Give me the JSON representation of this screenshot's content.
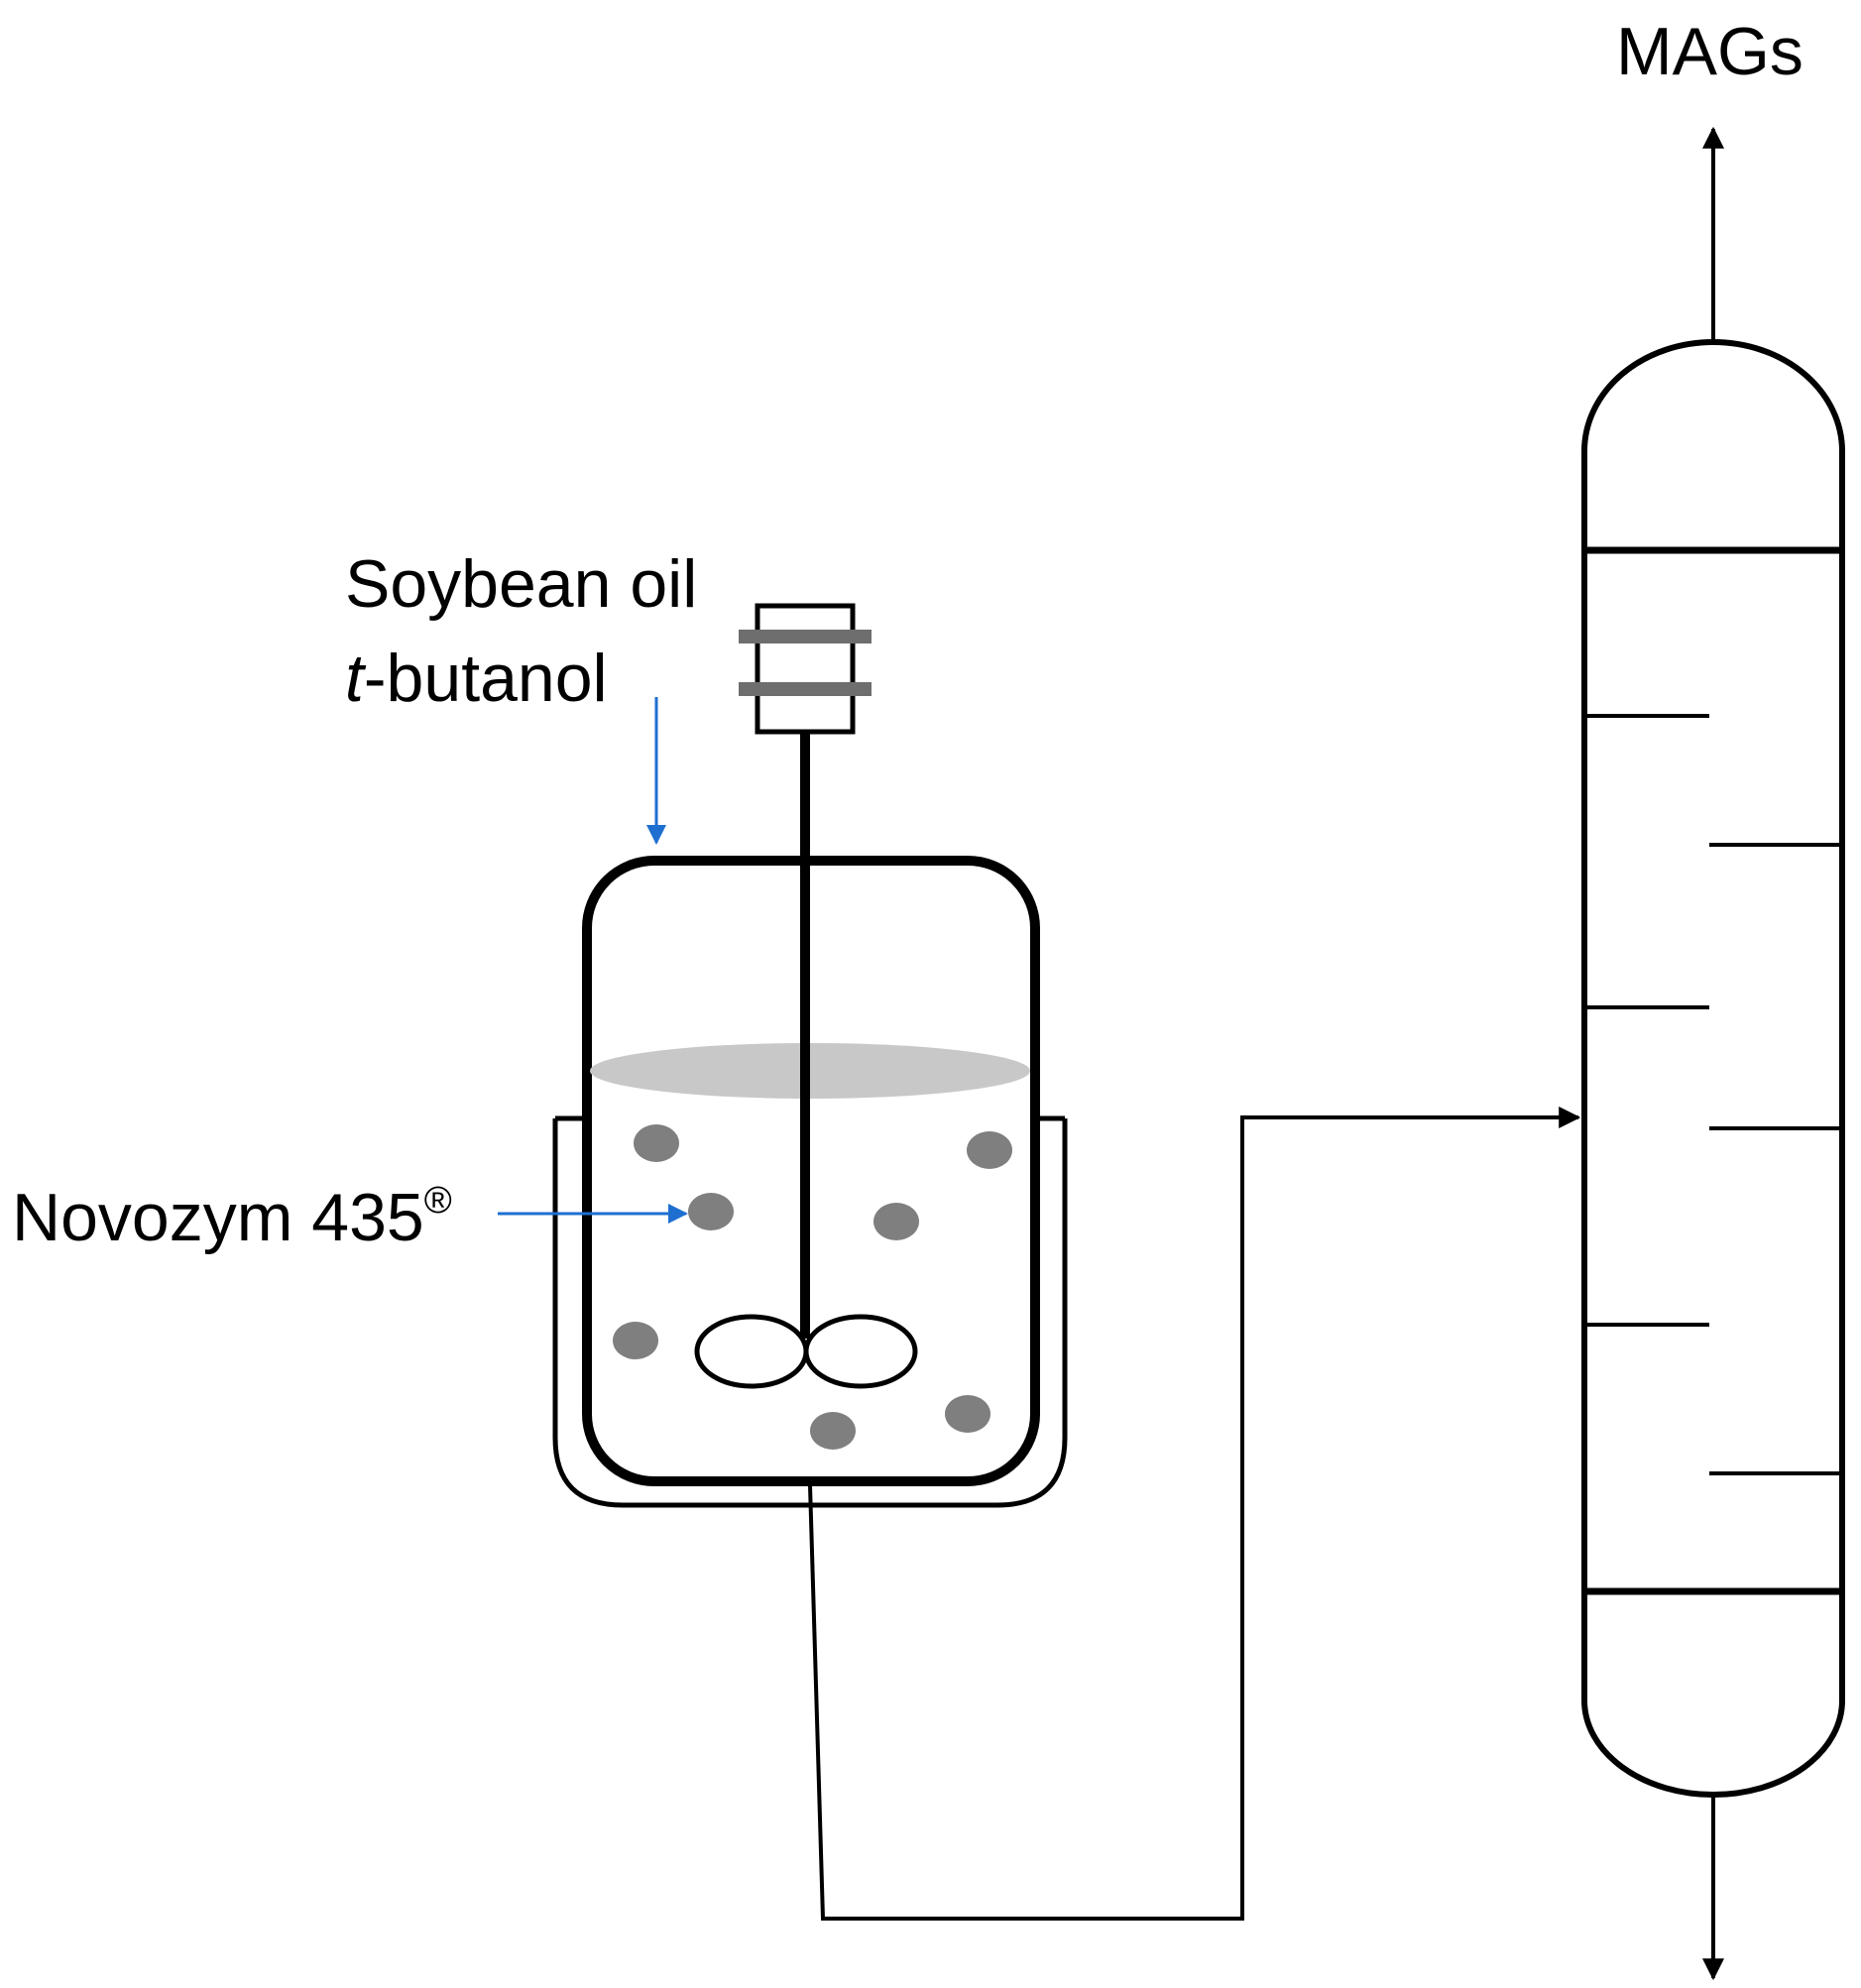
{
  "labels": {
    "product": "MAGs",
    "feed_line1": "Soybean oil",
    "feed_line2_italic": "t",
    "feed_line2_rest": "-butanol",
    "catalyst": "Novozym 435",
    "catalyst_mark": "®"
  },
  "colors": {
    "stroke": "#000000",
    "feed_arrow": "#1f6fd1",
    "beads": "#7f7f7f",
    "liquid_surface": "#c8c8c8",
    "motor_bands": "#6e6e6e"
  }
}
